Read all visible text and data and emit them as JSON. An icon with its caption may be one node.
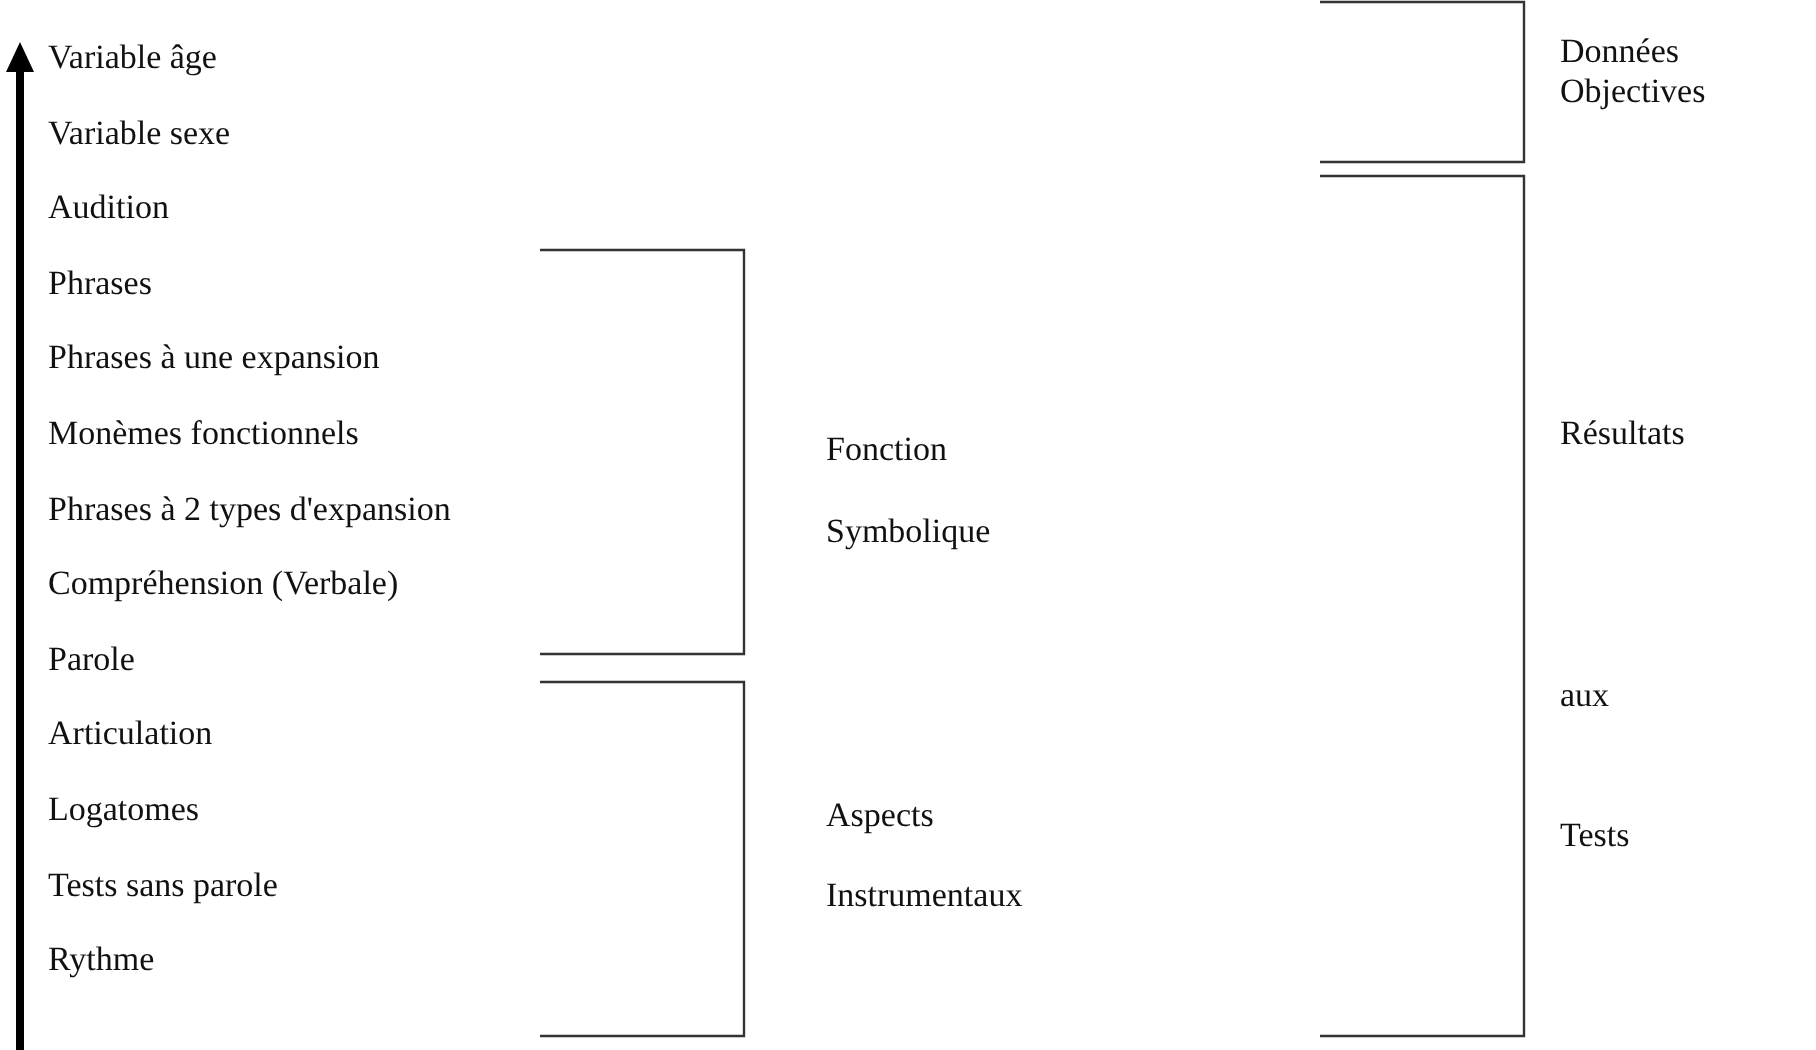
{
  "diagram": {
    "labels": [
      "Variable âge",
      "Variable sexe",
      "Audition",
      "Phrases",
      "Phrases à une expansion",
      "Monèmes fonctionnels",
      "Phrases à 2 types d'expansion",
      "Compréhension (Verbale)",
      "Parole",
      "Articulation",
      "Logatomes",
      "Tests sans parole",
      "Rythme",
      "Fonction",
      "Symbolique",
      "Aspects",
      "Instrumentaux",
      "Données Objectives",
      "Résultats",
      "aux",
      "Tests"
    ]
  }
}
